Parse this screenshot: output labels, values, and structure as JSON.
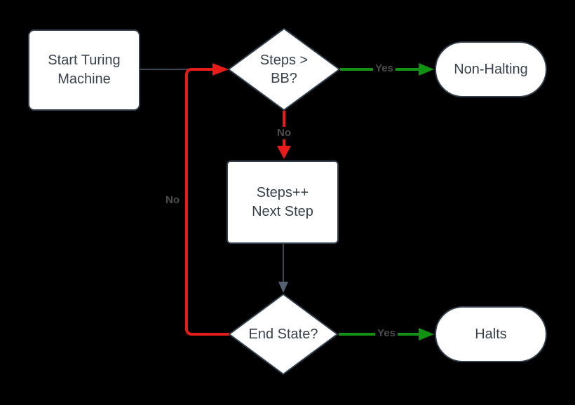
{
  "colors": {
    "canvas_bg": "#000000",
    "shape_fill": "#ffffff",
    "shape_border": "#33404e",
    "text": "#3a414b",
    "edge_red": "#e81b1b",
    "edge_green": "#129212",
    "edge_dark": "#556070",
    "edge_label": "#4d4d4d"
  },
  "nodes": {
    "start": {
      "label": "Start Turing\nMachine"
    },
    "decision_bb": {
      "label": "Steps >\nBB?"
    },
    "non_halting": {
      "label": "Non-Halting"
    },
    "process": {
      "label": "Steps++\nNext Step"
    },
    "decision_end": {
      "label": "End State?"
    },
    "halts": {
      "label": "Halts"
    }
  },
  "edges": {
    "bb_yes_label": "Yes",
    "bb_no_label": "No",
    "end_yes_label": "Yes",
    "end_no_label": "No"
  }
}
